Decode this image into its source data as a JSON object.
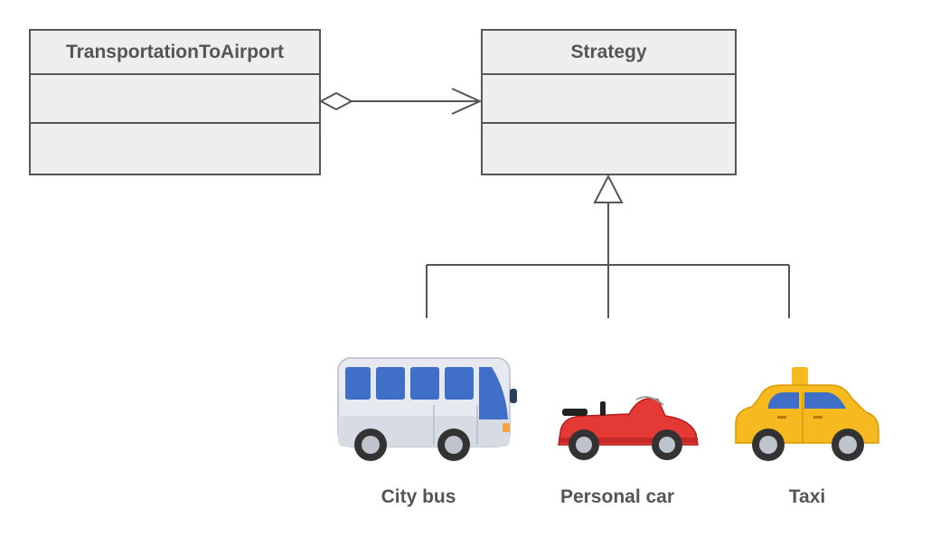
{
  "diagram": {
    "context_class": {
      "name": "TransportationToAirport",
      "attributes": [],
      "methods": []
    },
    "strategy_class": {
      "name": "Strategy",
      "attributes": [],
      "methods": []
    },
    "relations": [
      {
        "type": "aggregation",
        "from": "TransportationToAirport",
        "to": "Strategy"
      },
      {
        "type": "generalization",
        "from": [
          "City bus",
          "Personal car",
          "Taxi"
        ],
        "to": "Strategy"
      }
    ],
    "vehicles": [
      {
        "label": "City bus",
        "icon": "bus-icon",
        "color": "#e6e9ef"
      },
      {
        "label": "Personal car",
        "icon": "convertible-car-icon",
        "color": "#e53935"
      },
      {
        "label": "Taxi",
        "icon": "taxi-icon",
        "color": "#f7b920"
      }
    ]
  }
}
